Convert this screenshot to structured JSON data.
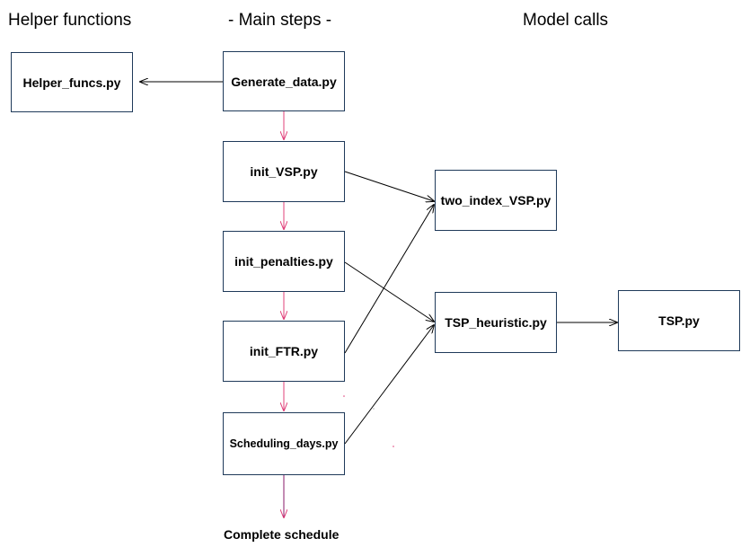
{
  "headings": {
    "helper": "Helper functions",
    "main": "-  Main steps -",
    "model": "Model calls"
  },
  "helper_boxes": {
    "helper_funcs": "Helper_funcs.py"
  },
  "main_boxes": {
    "generate_data": "Generate_data.py",
    "init_vsp": "init_VSP.py",
    "init_penalties": "init_penalties.py",
    "init_ftr": "init_FTR.py",
    "scheduling_days": "Scheduling_days.py"
  },
  "model_boxes": {
    "two_index_vsp": "two_index_VSP.py",
    "tsp_heuristic": "TSP_heuristic.py",
    "tsp": "TSP.py"
  },
  "end_label": "Complete schedule",
  "colors": {
    "box_border": "#1f3a5a",
    "main_flow_arrow": "#e0407a",
    "call_arrow": "#000000"
  }
}
